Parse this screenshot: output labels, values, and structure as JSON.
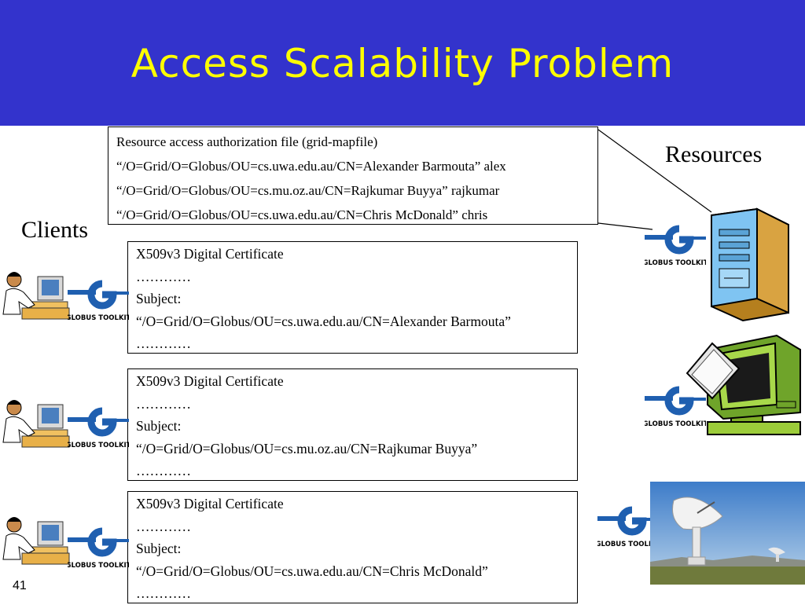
{
  "slide": {
    "title": "Access Scalability Problem",
    "page_number": "41",
    "clients_label": "Clients",
    "resources_label": "Resources"
  },
  "mapfile": {
    "lines": [
      "Resource access authorization file (grid-mapfile)",
      "“/O=Grid/O=Globus/OU=cs.uwa.edu.au/CN=Alexander Barmouta”  alex",
      "“/O=Grid/O=Globus/OU=cs.mu.oz.au/CN=Rajkumar Buyya”  rajkumar",
      "“/O=Grid/O=Globus/OU=cs.uwa.edu.au/CN=Chris McDonald” chris"
    ]
  },
  "certificates": [
    {
      "lines": [
        "X509v3 Digital Certificate",
        "…………",
        "Subject:",
        "“/O=Grid/O=Globus/OU=cs.uwa.edu.au/CN=Alexander Barmouta”",
        "…………"
      ]
    },
    {
      "lines": [
        "X509v3 Digital Certificate",
        "…………",
        "Subject:",
        "“/O=Grid/O=Globus/OU=cs.mu.oz.au/CN=Rajkumar Buyya”",
        "…………"
      ]
    },
    {
      "lines": [
        "X509v3 Digital Certificate",
        "…………",
        "Subject:",
        "“/O=Grid/O=Globus/OU=cs.uwa.edu.au/CN=Chris McDonald”",
        "…………"
      ]
    }
  ],
  "globus_logo_text": "GLOBUS TOOLKIT",
  "icons": {
    "client": "client-workstation-icon",
    "globus": "globus-toolkit-logo",
    "server": "server-tower-icon",
    "desktop": "desktop-computer-icon",
    "dish": "radio-telescope-photo"
  },
  "colors": {
    "header_bg": "#3333cc",
    "title_text": "#ffff00",
    "globus_blue": "#1f5fb0"
  }
}
